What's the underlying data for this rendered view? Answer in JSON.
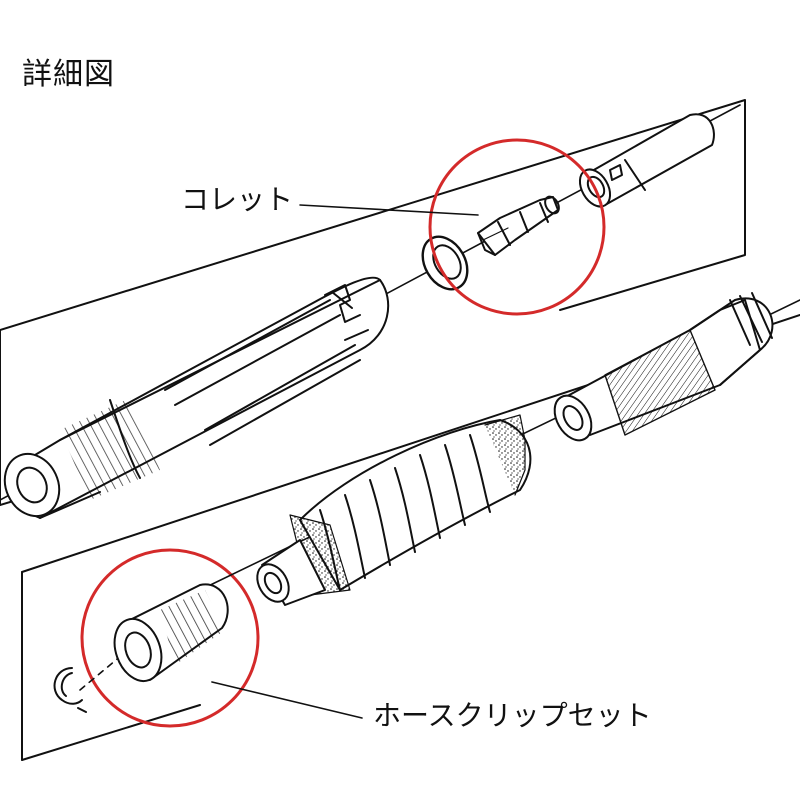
{
  "figure": {
    "title": "詳細図",
    "labels": {
      "collet": "コレット",
      "hose_clip_set": "ホースクリップセット"
    },
    "highlight_color": "#d42a2a",
    "line_color": "#111111"
  }
}
